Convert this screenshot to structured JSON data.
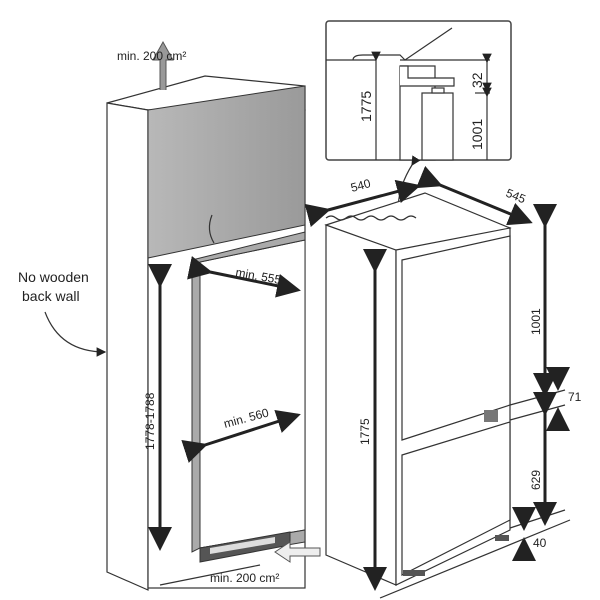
{
  "cabinet": {
    "vent_top": "min. 200 cm²",
    "no_back_wall": [
      "No wooden",
      "back wall"
    ],
    "width_top": "min. 555",
    "niche_height": "1778-1788",
    "width_bottom": "min. 560",
    "vent_bottom": "min. 200 cm²"
  },
  "detail_inset": {
    "height_total": "1775",
    "gap": "32",
    "height_lower": "1001"
  },
  "appliance": {
    "width": "540",
    "depth": "545",
    "upper_height": "1001",
    "total_height": "1775",
    "hinge_gap": "71",
    "lower_door": "629",
    "bottom_gap": "40"
  },
  "colors": {
    "door_gray": "#a9a9a9",
    "line": "#222222"
  }
}
